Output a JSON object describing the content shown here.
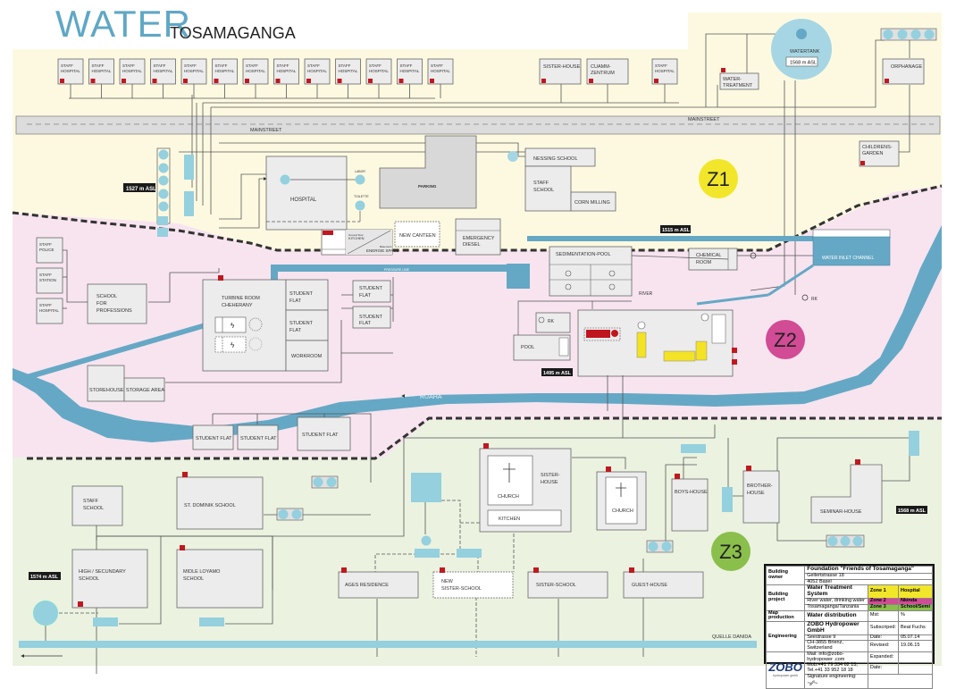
{
  "header": {
    "title": "WATER",
    "subtitle": "TOSAMAGANGA"
  },
  "colors": {
    "zone1_bg": "#fdf9e1",
    "zone2_bg": "#f7e4ef",
    "zone3_bg": "#ebf2e0",
    "river": "#65a8c5",
    "tank": "#a6d6e3",
    "node": "#94d0de",
    "building": "#ececec",
    "meter": "#c01820",
    "zone1_badge": "#f2e62a",
    "zone2_badge": "#d24b95",
    "zone3_badge": "#8bbf4b"
  },
  "zones": [
    {
      "id": "z1",
      "label": "Z1"
    },
    {
      "id": "z2",
      "label": "Z2"
    },
    {
      "id": "z3",
      "label": "Z3"
    }
  ],
  "streets": {
    "mainstreet": "MAINSTREET",
    "quelle": "QUELLE DANIDA"
  },
  "rivers": {
    "ruaha": "RUAHA",
    "pressure_line": "PRESSURE LINE",
    "water_inlet": "WATER INLET CHANNEL"
  },
  "elevations": {
    "e1527": "1527 m ASL",
    "e1515": "1515 m ASL",
    "e1495": "1495 m ASL",
    "e1568_tank": "1568 m ASL",
    "e1568": "1568 m ASL",
    "e1574": "1574 m ASL"
  },
  "zone1": {
    "staff_hospitals": [
      "STAFF HOSPITAL",
      "STAFF HOSPITAL",
      "STAFF HOSPITAL",
      "STAFF HOSPITAL",
      "STAFF HOSPITAL",
      "STAFF HOSPITAL",
      "STAFF HOSPITAL",
      "STAFF HOSPITAL",
      "STAFF HOSPITAL",
      "STAFF HOSPITAL",
      "STAFF HOSPITAL",
      "STAFF HOSPITAL",
      "STAFF HOSPITAL"
    ],
    "sister_house": "SISTER-HOUSE",
    "cuamm_1": "CUAMM-",
    "cuamm_2": "ZENTRUM",
    "staff_hospital_right_1": "STAFF",
    "staff_hospital_right_2": "HOSPITAL",
    "water_treatment_1": "WATER-",
    "water_treatment_2": "TREATMENT",
    "watertank": "WATERTANK",
    "orphanage": "ORPHANAGE",
    "childrens_garden_1": "CHILDRENS-",
    "childrens_garden_2": "GARDEN",
    "hospital": "HOSPITAL",
    "parking": "PARKING",
    "nessing_school": "NESSING SCHOOL",
    "staff_school_1": "STAFF",
    "staff_school_2": "SCHOOL",
    "corn_milling": "CORN MILLING",
    "new_canteen": "NEW CANTEEN",
    "emergency_1": "EMERGENCY",
    "emergency_2": "DIESEL",
    "kitchen_small": "Ground floor",
    "kitchen": "KITCHEN",
    "energie_small": "Basement",
    "energie": "ENERGIE SPACE",
    "labor": "LABOR",
    "toilette": "TOILETTE"
  },
  "zone2": {
    "staff_police_1": "STAFF",
    "staff_police_2": "POLICE",
    "staff_station_1": "STAFF",
    "staff_station_2": "STATION",
    "staff_hospital_1": "STAFF",
    "staff_hospital_2": "HOSPITAL",
    "school_prof_1": "SCHOOL",
    "school_prof_2": "FOR",
    "school_prof_3": "PROFESSIONS",
    "turbine_1": "TURBINE ROOM",
    "turbine_2": "CHEHERANY",
    "student_flat_1": "STUDENT",
    "student_flat_2": "FLAT",
    "workroom": "WORKROOM",
    "storehouse": "STOREHOUSE",
    "storage_area": "STORAGE AREA",
    "sedimentation": "SEDIMENTATION-POOL",
    "chemical_1": "CHEMICAL",
    "chemical_2": "ROOM",
    "river": "RIVER",
    "pool": "POOL",
    "rk": "RK",
    "student_flat_single": "STUDENT FLAT"
  },
  "zone3": {
    "staff_school_1": "STAFF",
    "staff_school_2": "SCHOOL",
    "st_dominik": "ST. DOMINIK SCHOOL",
    "high_school_1": "HIGH / SECUNDARY",
    "high_school_2": "SCHOOL",
    "midle_1": "MIDLE LOYAMO",
    "midle_2": "SCHOOL",
    "ages_residence": "AGES RESIDENCE",
    "new_sister_1": "NEW",
    "new_sister_2": "SISTER-SCHOOL",
    "sister_school": "SISTER-SCHOOL",
    "guest_house": "GUEST-HOUSE",
    "church": "CHURCH",
    "kitchen": "KITCHEN",
    "sister_house_1": "SISTER-",
    "sister_house_2": "HOUSE",
    "boys_house": "BOYS-HOUSE",
    "brother_1": "BROTHER-",
    "brother_2": "HOUSE",
    "seminar": "SEMINAR-HOUSE"
  },
  "title_block": {
    "building_owner_label": "Building owner",
    "owner_name": "Foundation \"Friends of Tosamaganga\"",
    "owner_addr1": "Gellertstrasse 18",
    "owner_addr2": "4052 Basel",
    "building_project_label": "Building project",
    "project_name": "Water Treatment System",
    "project_sub": "River water, drinking water",
    "project_loc": "Tosamaganga/Tanzania",
    "zone1": "Zone 1",
    "zone1_desc": "Hospital",
    "zone2": "Zone 2",
    "zone2_desc": "Nkinda",
    "zone3": "Zone 3",
    "zone3_desc": "School/Semi",
    "map_production_label": "Map production",
    "map_name": "Water distribution",
    "mst_label": "Mst:",
    "mst_value": "%",
    "engineering_label": "Engineering",
    "eng_company": "ZOBO Hydropower GmbH",
    "eng_addr1": "Seestrasse 9",
    "eng_addr2": "CH-3855 Brienz, Switzerland",
    "eng_mail": "Mail: info@zobo-hydropower .com",
    "eng_phone": "Mob.+41 79 334 62 15, Tel.+41 33 952 18 18",
    "subscriped_label": "Subscriped:",
    "subscriped_value": "Beat Fuchs",
    "date_label": "Date:",
    "date_value": "05.07.14",
    "revised_label": "Revised:",
    "revised_value": "19.06.15",
    "expanded_label": "Expanded:",
    "expanded_value": "",
    "date2_label": "Date:",
    "date2_value": "",
    "signature_label": "Signature engineering:",
    "logo": "ZOBO",
    "logo_sub": "hydropower gmbh"
  }
}
